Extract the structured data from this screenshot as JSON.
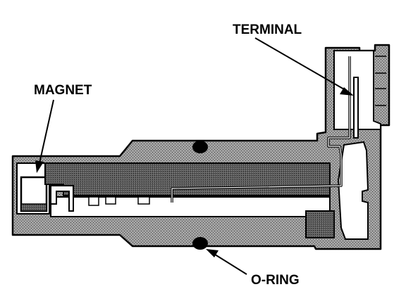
{
  "diagram": {
    "labels": {
      "terminal": "TERMINAL",
      "magnet": "MAGNET",
      "oring": "O-RING"
    }
  },
  "colors": {
    "housing": "#9a9a9a",
    "core": "#5b5b5b",
    "cavity": "#ffffff",
    "ink": "#000000"
  }
}
